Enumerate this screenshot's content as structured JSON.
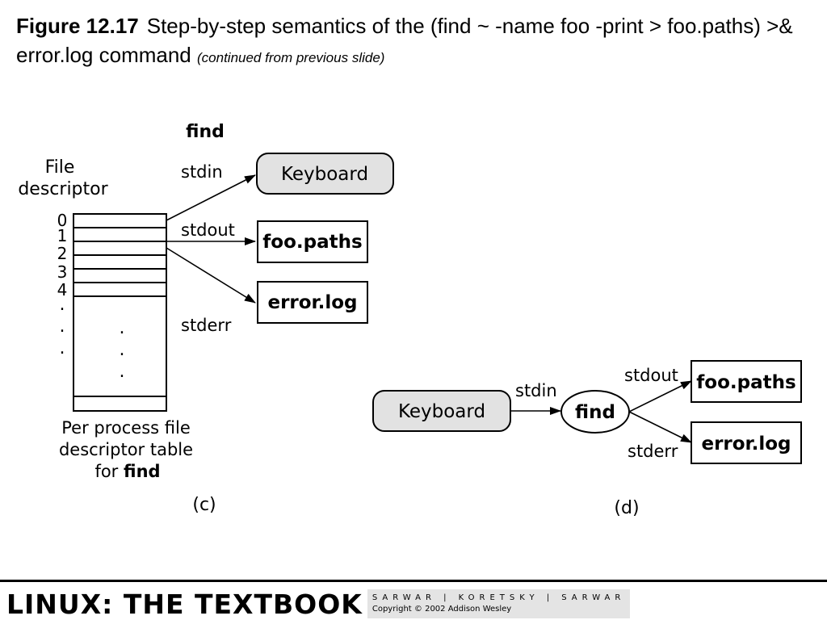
{
  "caption": {
    "figure_label": "Figure 12.17",
    "title": "Step-by-step semantics of the (find ~ -name foo -print > foo.paths) >& error.log command",
    "continued_note": "(continued from previous slide)"
  },
  "panel_c": {
    "process_name": "find",
    "fd_column_title_line1": "File",
    "fd_column_title_line2": "descriptor",
    "fd_numbers": [
      "0",
      "1",
      "2",
      "3",
      "4"
    ],
    "ellipsis_dot": ".",
    "table_caption_line1": "Per process file",
    "table_caption_line2": "descriptor table",
    "table_caption_line3_prefix": "for ",
    "table_caption_line3_bold": "find",
    "labels": {
      "stdin": "stdin",
      "stdout": "stdout",
      "stderr": "stderr"
    },
    "targets": {
      "keyboard": "Keyboard",
      "foo_paths": "foo.paths",
      "error_log": "error.log"
    },
    "panel_label": "(c)"
  },
  "panel_d": {
    "source": "Keyboard",
    "process": "find",
    "labels": {
      "stdin": "stdin",
      "stdout": "stdout",
      "stderr": "stderr"
    },
    "targets": {
      "foo_paths": "foo.paths",
      "error_log": "error.log"
    },
    "panel_label": "(d)"
  },
  "footer": {
    "brand": "LINUX: THE TEXTBOOK",
    "authors": "SARWAR | KORETSKY | SARWAR",
    "copyright": "Copyright © 2002 Addison Wesley"
  },
  "colors": {
    "keyboard_fill": "#e2e2e2",
    "stroke": "#000000",
    "imprint_fill": "#e4e4e4"
  }
}
